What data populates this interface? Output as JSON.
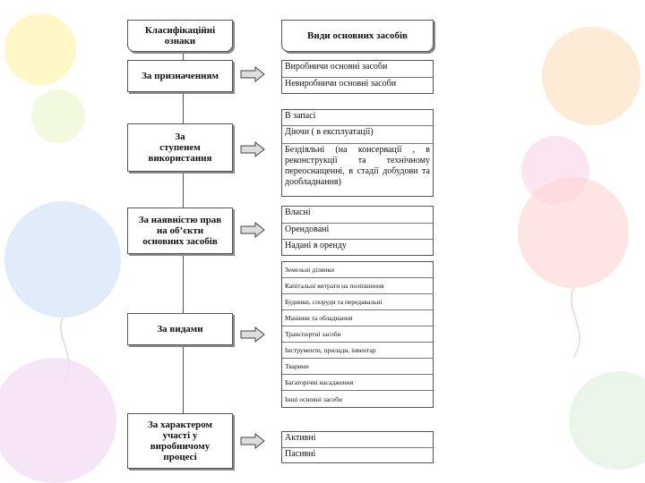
{
  "headers": {
    "left": "Класифікаційні\nознаки",
    "right": "Види основних засобів"
  },
  "criteria": [
    {
      "label": "За призначенням",
      "items": [
        "Виробничи основні засоби",
        "Невиробничи основні засоби"
      ]
    },
    {
      "label": "За\nступенем\nвикористання",
      "items": [
        "В запасі",
        "Діючи ( в експлуатації)",
        "Бездіяльні (на консервації , в реконструкції та технічному переоснащенні, в стадії добудови та дообладнання)"
      ]
    },
    {
      "label": "За наявністю прав\nна об’єкти\nосновних засобів",
      "items": [
        "Власні",
        "Орендовані",
        "Надані в оренду"
      ]
    },
    {
      "label": "За видами",
      "items": [
        "Земельні ділянки",
        "Капітальні витрати на поліпшення",
        "Будинки, споруди та передавальні",
        "Машини та обладнання",
        "Транспортні засоби",
        "Інструменти, прилади, інвентар",
        "Тварини",
        "Багаторічні насадження",
        "Інші основні засоби"
      ]
    },
    {
      "label": "За характером\nучасті у\nвиробничому\nпроцесі",
      "items": [
        "Активні",
        "Пасивні"
      ]
    }
  ]
}
